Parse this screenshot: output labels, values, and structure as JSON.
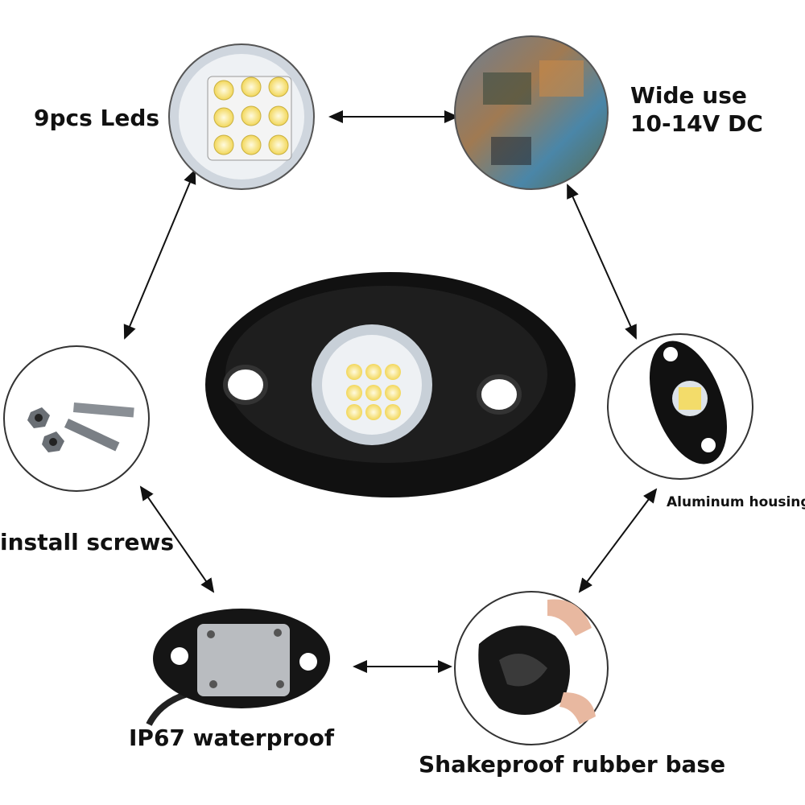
{
  "features": [
    {
      "id": "leds",
      "label": "9pcs Leds"
    },
    {
      "id": "wide-use",
      "label": "Wide use",
      "sublabel": "10-14V DC"
    },
    {
      "id": "aluminum",
      "label": "Aluminum housing"
    },
    {
      "id": "screws",
      "label": "install screws"
    },
    {
      "id": "waterproof",
      "label": "IP67 waterproof"
    },
    {
      "id": "rubber",
      "label": "Shakeproof rubber base"
    }
  ],
  "colors": {
    "housing": "#111111",
    "led": "#f6e27a",
    "arrow": "#111111",
    "circle": "#333333"
  }
}
